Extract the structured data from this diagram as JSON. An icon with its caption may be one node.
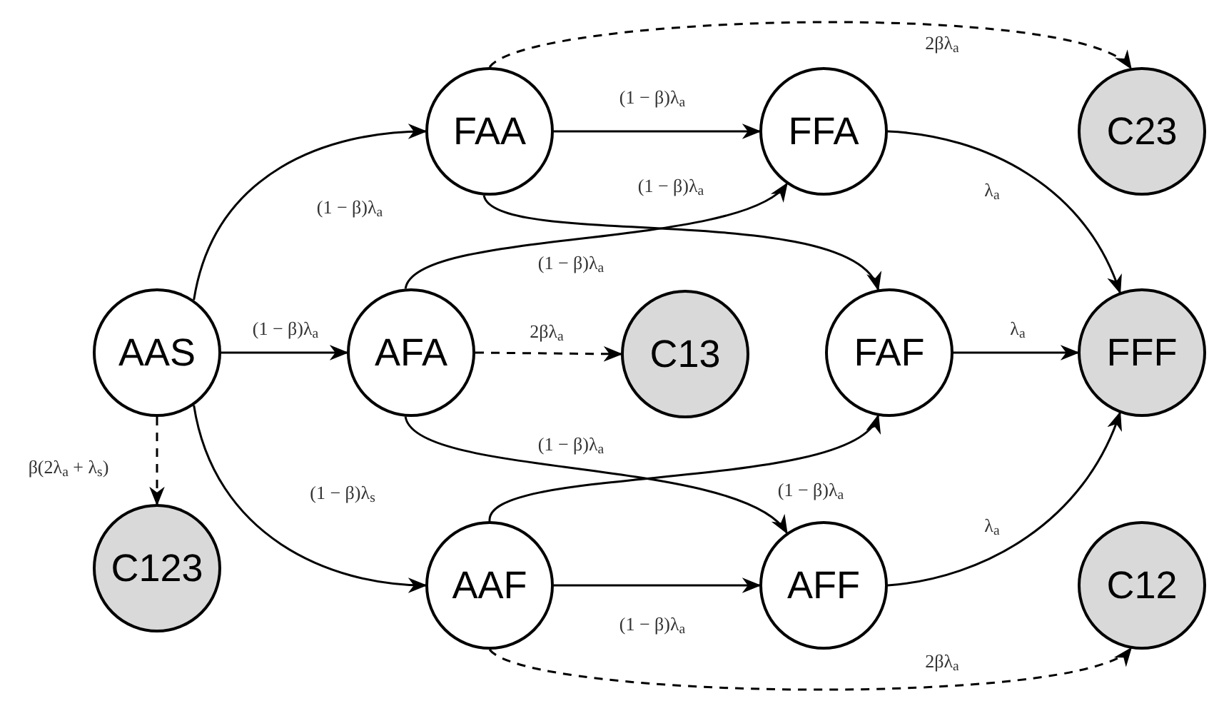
{
  "diagram": {
    "nodes": [
      {
        "text": [
          "AAS"
        ]
      },
      {
        "text": [
          "FAA"
        ]
      },
      {
        "text": [
          "AFA"
        ]
      },
      {
        "text": [
          "AAF"
        ]
      },
      {
        "text": [
          "FFA"
        ]
      },
      {
        "text": [
          "C13"
        ]
      },
      {
        "text": [
          "FAF"
        ]
      },
      {
        "text": [
          "AFF"
        ]
      },
      {
        "text": [
          "C23"
        ]
      },
      {
        "text": [
          "FFF"
        ]
      },
      {
        "text": [
          "C12"
        ]
      },
      {
        "text": [
          "C123"
        ]
      }
    ],
    "edges": [
      {
        "from": 0,
        "to": 1,
        "arrow": "to",
        "label": "(1 − β)λ$_{a}$"
      },
      {
        "from": 0,
        "to": 2,
        "arrow": "to",
        "label": "(1 − β)λ$_{a}$"
      },
      {
        "from": 0,
        "to": 3,
        "arrow": "to",
        "label": "(1 − β)λ$_{s}$"
      },
      {
        "from": 0,
        "to": 11,
        "arrow": "to",
        "label": "β(2λ$_{a}$ + λ$_{s}$)",
        "style": "dashed"
      },
      {
        "from": 1,
        "to": 4,
        "arrow": "to",
        "label": "(1 − β)λ$_{a}$"
      },
      {
        "from": 1,
        "to": 6,
        "arrow": "to",
        "label": "(1 − β)λ$_{a}$"
      },
      {
        "from": 1,
        "to": 8,
        "arrow": "to",
        "label": "2βλ$_{a}$",
        "style": "dashed"
      },
      {
        "from": 2,
        "to": 4,
        "arrow": "to",
        "label": "(1 − β)λ$_{a}$"
      },
      {
        "from": 2,
        "to": 5,
        "arrow": "to",
        "label": "2βλ$_{a}$",
        "style": "dashed"
      },
      {
        "from": 2,
        "to": 7,
        "arrow": "to",
        "label": "(1 − β)λ$_{a}$"
      },
      {
        "from": 3,
        "to": 6,
        "arrow": "to",
        "label": "(1 − β)λ$_{a}$"
      },
      {
        "from": 3,
        "to": 7,
        "arrow": "to",
        "label": "(1 − β)λ$_{a}$"
      },
      {
        "from": 3,
        "to": 10,
        "arrow": "to",
        "label": "2βλ$_{a}$",
        "style": "dashed"
      },
      {
        "from": 4,
        "to": 9,
        "arrow": "to",
        "label": "λ$_{a}$"
      },
      {
        "from": 6,
        "to": 9,
        "arrow": "to",
        "label": "λ$_{a}$"
      },
      {
        "from": 7,
        "to": 9,
        "arrow": "to",
        "label": "λ$_{a}$"
      }
    ]
  }
}
